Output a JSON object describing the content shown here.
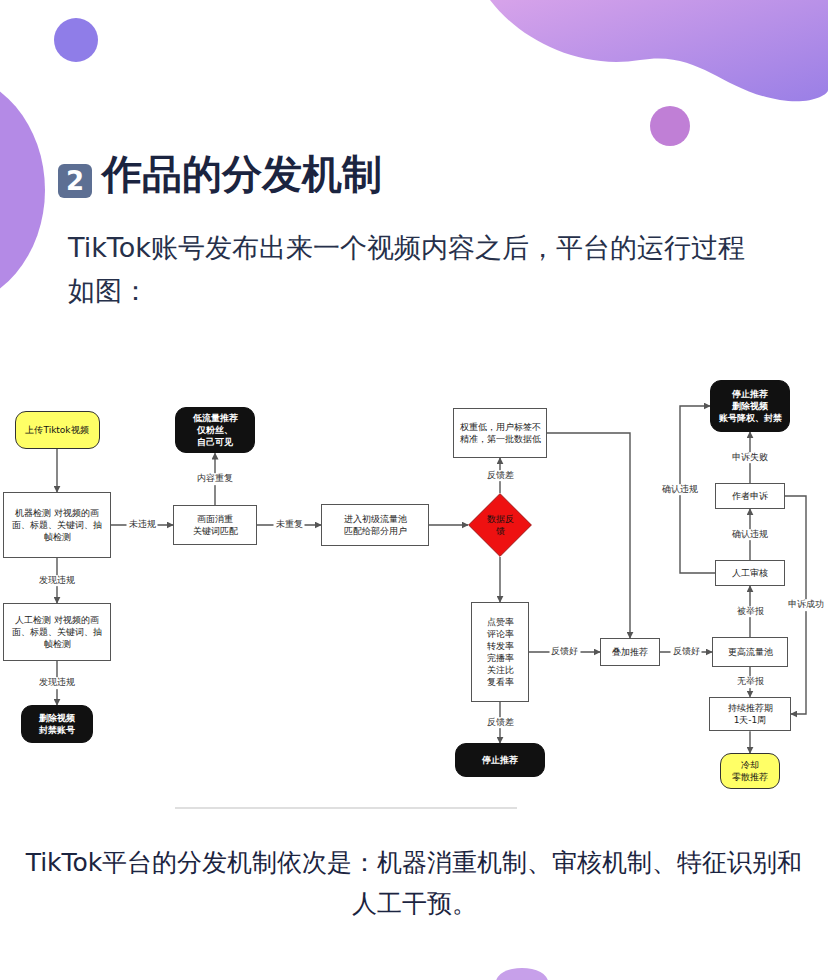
{
  "diagram": {
    "title": "作品的分发机制",
    "caption": "TikTok平台的分发机制依次是：机器消重机制、审核机制、特征识别和人工干预。",
    "nodes": [
      {
        "text": [
          "上传Tiktok视频"
        ]
      },
      {
        "text": [
          "机器检测 对视频的画面、标题、关键词、抽帧检测"
        ]
      },
      {
        "text": [
          "人工检测 对视频的画面、标题、关键词、抽帧检测"
        ]
      },
      {
        "text": [
          "删除视频 封禁账号"
        ]
      },
      {
        "text": [
          "低流量推荐 仅粉丝、自己可见"
        ]
      },
      {
        "text": [
          "画面消重 关键词匹配"
        ]
      },
      {
        "text": [
          "进入初级流量池 匹配给部分用户"
        ]
      },
      {
        "text": [
          "数据反馈"
        ]
      },
      {
        "text": [
          "权重低，用户标签不精准，第一批数据低"
        ]
      },
      {
        "text": [
          "点赞率 评论率 转发率 完播率 关注比 复看率"
        ]
      },
      {
        "text": [
          "停止推荐"
        ]
      },
      {
        "text": [
          "叠加推荐"
        ]
      },
      {
        "text": [
          "更高流量池"
        ]
      },
      {
        "text": [
          "持续推荐期 1天-1周"
        ]
      },
      {
        "text": [
          "冷却 零散推荐"
        ]
      },
      {
        "text": [
          "人工审核"
        ]
      },
      {
        "text": [
          "作者申诉"
        ]
      },
      {
        "text": [
          "停止推荐 删除视频 账号降权、封禁"
        ]
      }
    ],
    "edges": [
      {
        "from": 0,
        "to": 1,
        "arrow": "to"
      },
      {
        "from": 1,
        "to": 5,
        "label": "未违规",
        "arrow": "to"
      },
      {
        "from": 1,
        "to": 2,
        "label": "发现违规",
        "arrow": "to"
      },
      {
        "from": 2,
        "to": 3,
        "label": "发现违规",
        "arrow": "to"
      },
      {
        "from": 5,
        "to": 4,
        "label": "内容重复",
        "arrow": "to"
      },
      {
        "from": 5,
        "to": 6,
        "label": "未重复",
        "arrow": "to"
      },
      {
        "from": 6,
        "to": 7,
        "arrow": "to"
      },
      {
        "from": 7,
        "to": 8,
        "label": "反馈差",
        "arrow": "to"
      },
      {
        "from": 7,
        "to": 9,
        "arrow": "to"
      },
      {
        "from": 9,
        "to": 10,
        "label": "反馈差",
        "arrow": "to"
      },
      {
        "from": 9,
        "to": 11,
        "label": "反馈好",
        "arrow": "to"
      },
      {
        "from": 8,
        "to": 11,
        "arrow": "to"
      },
      {
        "from": 11,
        "to": 12,
        "label": "反馈好",
        "arrow": "to"
      },
      {
        "from": 12,
        "to": 15,
        "label": "被举报",
        "arrow": "to"
      },
      {
        "from": 12,
        "to": 13,
        "label": "无举报",
        "arrow": "to"
      },
      {
        "from": 13,
        "to": 14,
        "arrow": "to"
      },
      {
        "from": 15,
        "to": 16,
        "label": "确认违规",
        "arrow": "to"
      },
      {
        "from": 16,
        "to": 17,
        "label": "申诉失败",
        "arrow": "to"
      },
      {
        "from": 15,
        "to": 17,
        "label": "确认违规",
        "arrow": "to"
      },
      {
        "from": 16,
        "to": 13,
        "label": "申诉成功",
        "arrow": "to"
      }
    ],
    "labels": [
      "2",
      "TikTok账号发布出来一个视频内容之后，平台的运行过程如图："
    ]
  }
}
